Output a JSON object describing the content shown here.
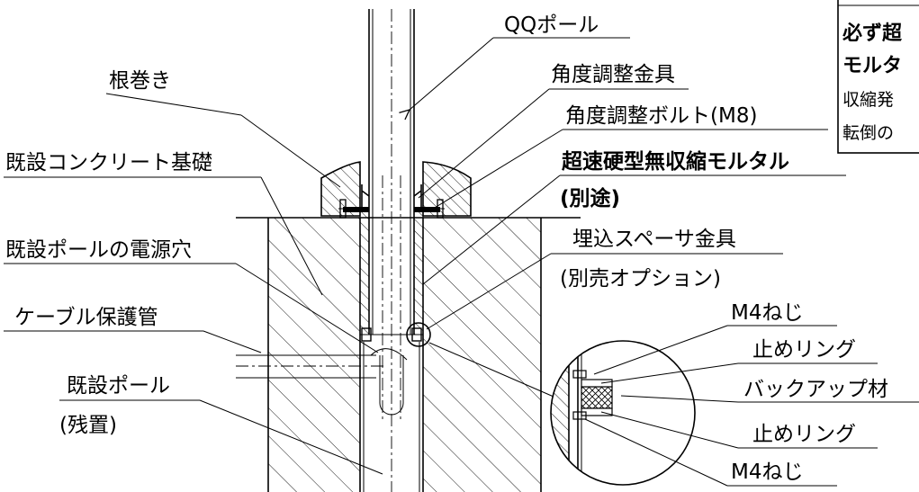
{
  "labels": {
    "qq_pole": "QQポール",
    "nemaki": "根巻き",
    "angle_bracket": "角度調整金具",
    "angle_bolt": "角度調整ボルト(M8)",
    "concrete_base": "既設コンクリート基礎",
    "mortar_line1": "超速硬型無収縮モルタル",
    "mortar_line2": "(別途)",
    "power_hole": "既設ポールの電源穴",
    "spacer_line1": "埋込スペーサ金具",
    "spacer_line2": "(別売オプション)",
    "cable_pipe": "ケーブル保護管",
    "old_pole_line1": "既設ポール",
    "old_pole_line2": "(残置)"
  },
  "detail_labels": {
    "m4_top": "M4ねじ",
    "ring_top": "止めリング",
    "backup": "バックアップ材",
    "ring_bottom": "止めリング",
    "m4_bottom": "M4ねじ"
  },
  "note": {
    "line1": "必ず超",
    "line2": "モルタ",
    "line3": "収縮発",
    "line4": "転倒の"
  }
}
